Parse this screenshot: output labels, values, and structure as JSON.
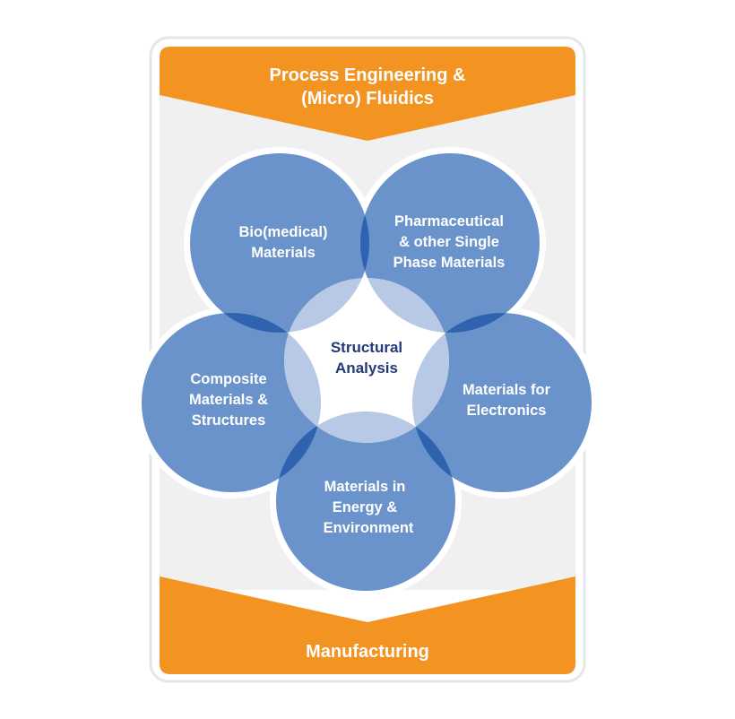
{
  "header": {
    "line1": "Process Engineering &",
    "line2": "(Micro) Fluidics"
  },
  "footer": {
    "label": "Manufacturing"
  },
  "center": {
    "line1": "Structural",
    "line2": "Analysis"
  },
  "circles": {
    "bio": {
      "line1": "Bio(medical)",
      "line2": "Materials"
    },
    "pharma": {
      "line1": "Pharmaceutical",
      "line2": "& other Single",
      "line3": "Phase Materials"
    },
    "electronics": {
      "line1": "Materials for",
      "line2": "Electronics"
    },
    "energy": {
      "line1": "Materials in",
      "line2": "Energy &",
      "line3": "Environment"
    },
    "composite": {
      "line1": "Composite",
      "line2": "Materials &",
      "line3": "Structures"
    }
  },
  "colors": {
    "orange": "#f39322",
    "circle_blue": "#6a93cb",
    "overlap_dark": "#2f63b0",
    "center_overlap": "#b8c9e5",
    "panel_gray": "#f0f0f0",
    "center_text": "#223a78"
  }
}
